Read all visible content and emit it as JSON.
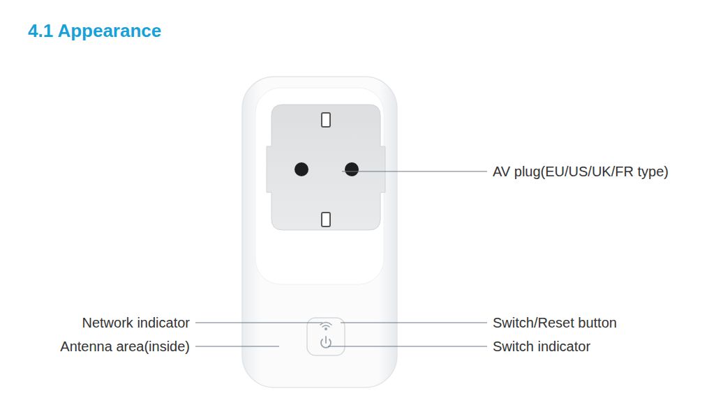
{
  "diagram": {
    "title": "4.1 Appearance",
    "labels": [
      "AV plug(EU/US/UK/FR type)",
      "Network indicator",
      "Antenna area(inside)",
      "Switch/Reset button",
      "Switch indicator"
    ]
  }
}
